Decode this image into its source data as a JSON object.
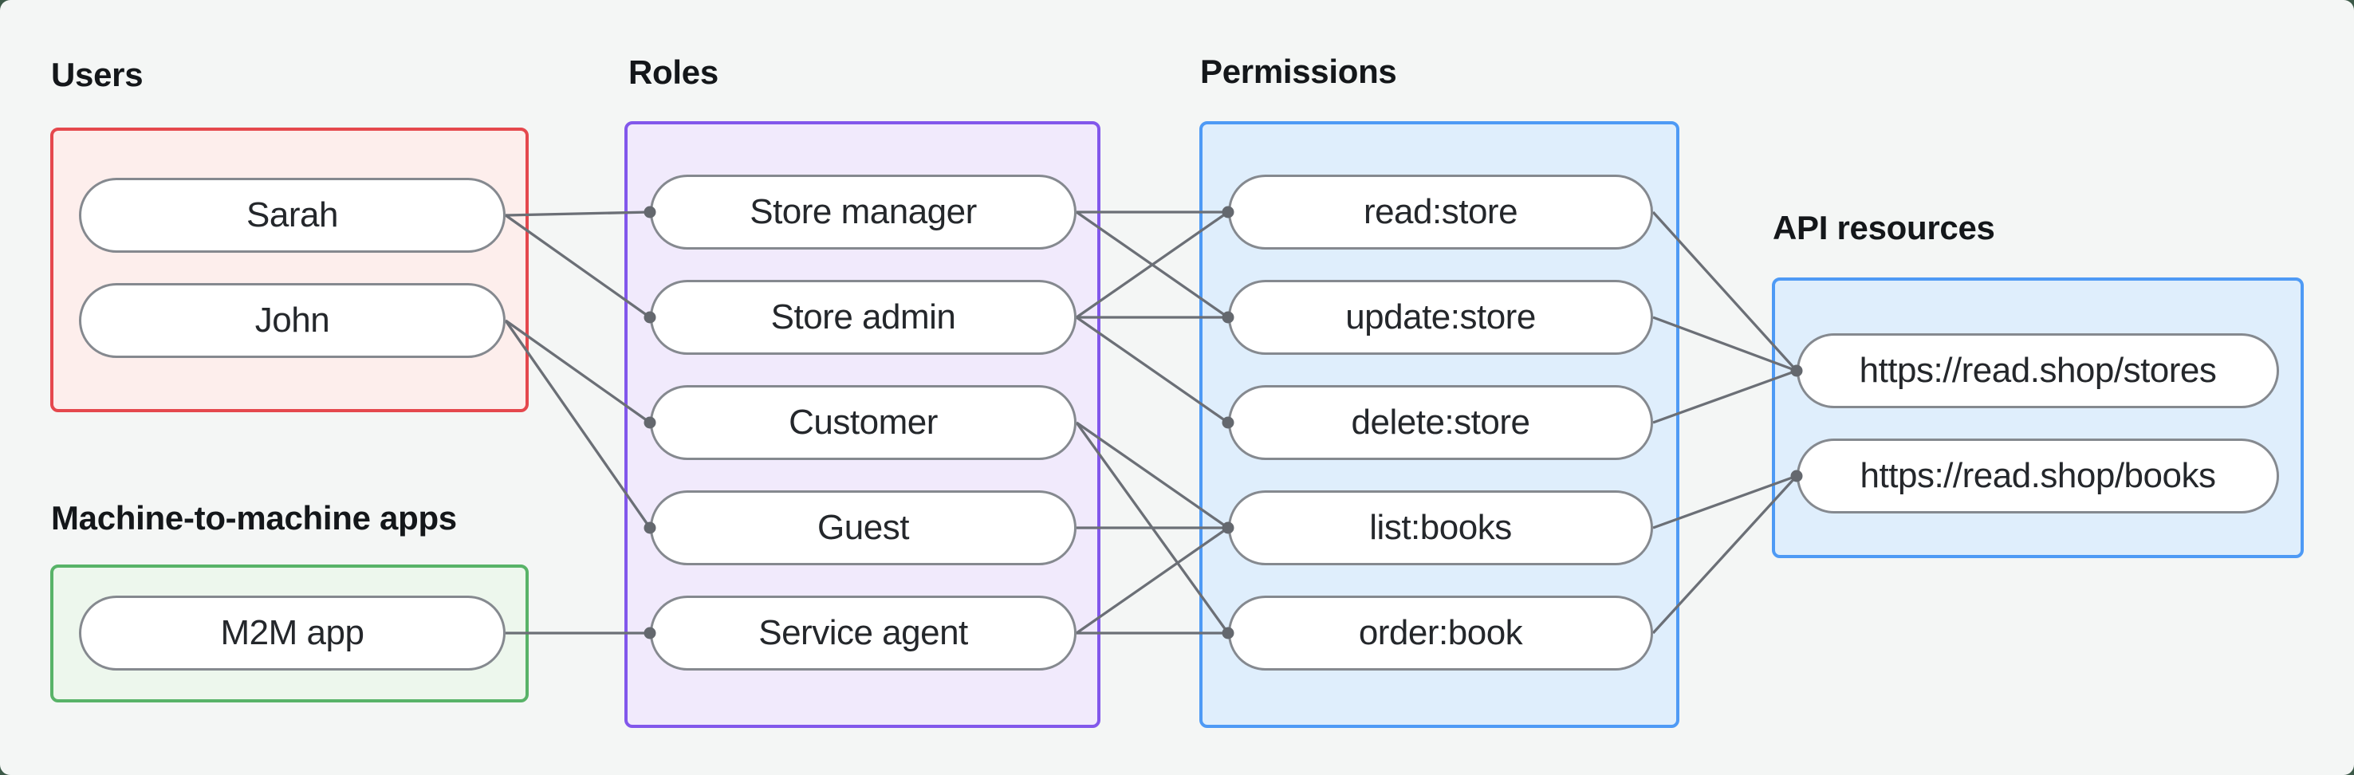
{
  "canvas": {
    "background": "#f4f6f5",
    "outside_background": "#3c5948"
  },
  "groups": {
    "users": {
      "label": "Users",
      "border": "#e5484d",
      "fill": "#fdeeec"
    },
    "m2m": {
      "label": "Machine-to-machine apps",
      "border": "#58b368",
      "fill": "#edf7ed"
    },
    "roles": {
      "label": "Roles",
      "border": "#8257eb",
      "fill": "#f1eafc"
    },
    "permissions": {
      "label": "Permissions",
      "border": "#4e9af5",
      "fill": "#dfeefc"
    },
    "api": {
      "label": "API resources",
      "border": "#4e9af5",
      "fill": "#dfeefc"
    }
  },
  "nodes": {
    "sarah": {
      "label": "Sarah",
      "group": "users"
    },
    "john": {
      "label": "John",
      "group": "users"
    },
    "m2m-app": {
      "label": "M2M app",
      "group": "m2m"
    },
    "store-manager": {
      "label": "Store manager",
      "group": "roles"
    },
    "store-admin": {
      "label": "Store admin",
      "group": "roles"
    },
    "customer": {
      "label": "Customer",
      "group": "roles"
    },
    "guest": {
      "label": "Guest",
      "group": "roles"
    },
    "service-agent": {
      "label": "Service agent",
      "group": "roles"
    },
    "read-store": {
      "label": "read:store",
      "group": "permissions"
    },
    "update-store": {
      "label": "update:store",
      "group": "permissions"
    },
    "delete-store": {
      "label": "delete:store",
      "group": "permissions"
    },
    "list-books": {
      "label": "list:books",
      "group": "permissions"
    },
    "order-book": {
      "label": "order:book",
      "group": "permissions"
    },
    "res-stores": {
      "label": "https://read.shop/stores",
      "group": "api"
    },
    "res-books": {
      "label": "https://read.shop/books",
      "group": "api"
    }
  },
  "edges": [
    [
      "sarah",
      "store-manager"
    ],
    [
      "sarah",
      "store-admin"
    ],
    [
      "john",
      "customer"
    ],
    [
      "john",
      "guest"
    ],
    [
      "m2m-app",
      "service-agent"
    ],
    [
      "store-manager",
      "read-store"
    ],
    [
      "store-manager",
      "update-store"
    ],
    [
      "store-admin",
      "read-store"
    ],
    [
      "store-admin",
      "update-store"
    ],
    [
      "store-admin",
      "delete-store"
    ],
    [
      "customer",
      "list-books"
    ],
    [
      "customer",
      "order-book"
    ],
    [
      "guest",
      "list-books"
    ],
    [
      "service-agent",
      "list-books"
    ],
    [
      "service-agent",
      "order-book"
    ],
    [
      "read-store",
      "res-stores"
    ],
    [
      "update-store",
      "res-stores"
    ],
    [
      "delete-store",
      "res-stores"
    ],
    [
      "list-books",
      "res-books"
    ],
    [
      "order-book",
      "res-books"
    ]
  ],
  "edge_style": {
    "line_color": "#6b6f76",
    "dot_color": "#64686e"
  }
}
